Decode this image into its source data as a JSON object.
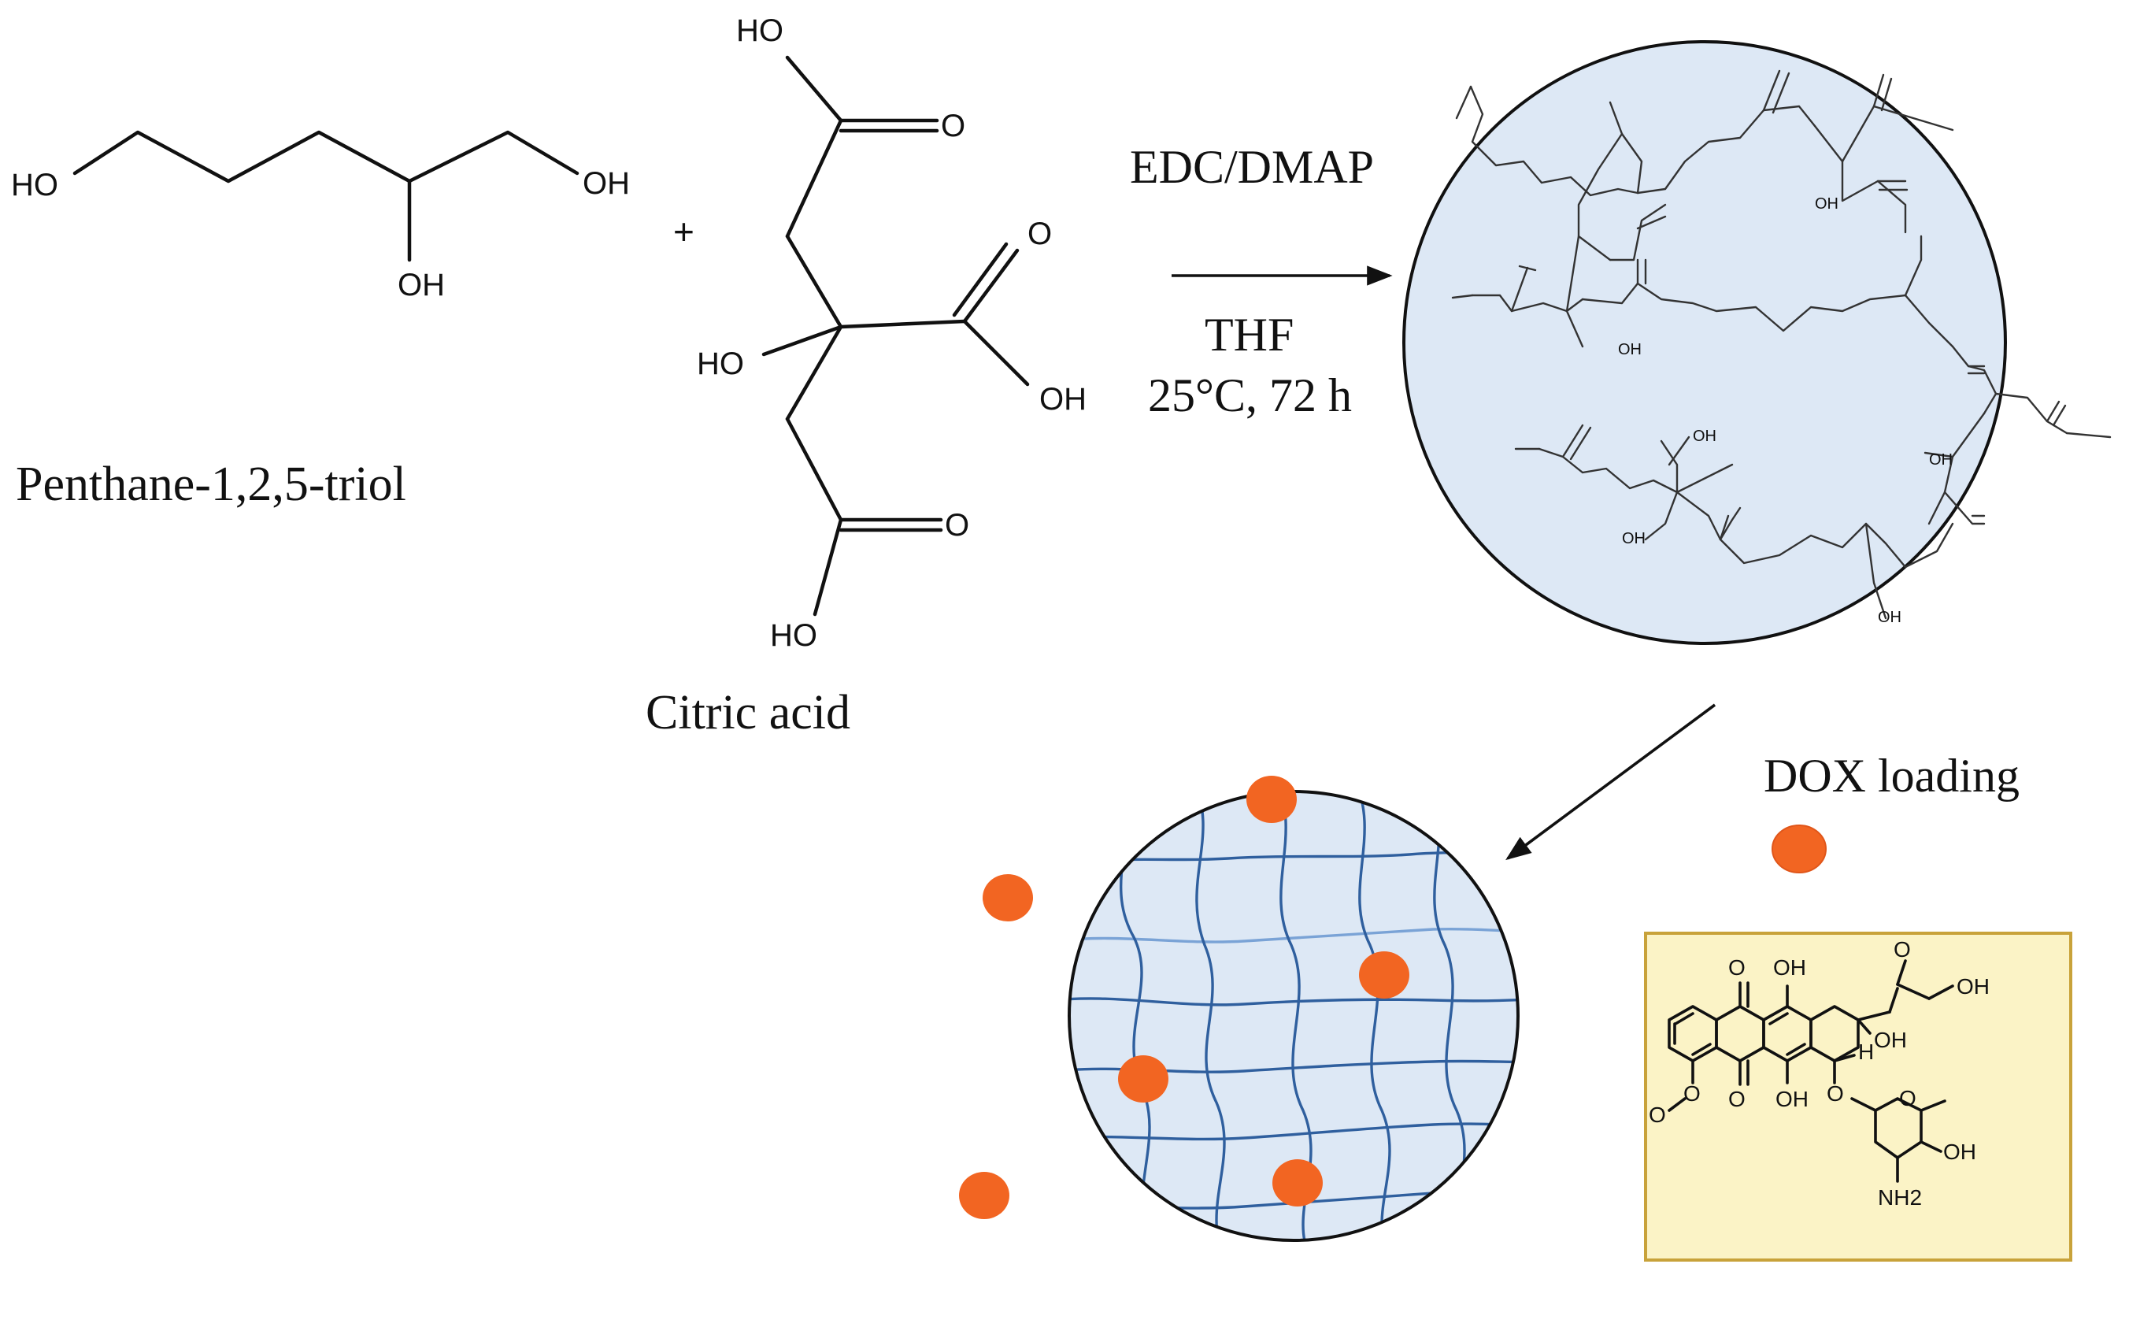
{
  "reactant1": {
    "name": "Penthane-1,2,5-triol",
    "labels": [
      "HO",
      "OH",
      "OH"
    ]
  },
  "plus_sign": "+",
  "reactant2": {
    "name": "Citric acid",
    "labels": [
      "HO",
      "O",
      "O",
      "HO",
      "OH",
      "O",
      "HO"
    ]
  },
  "reaction": {
    "reagent": "EDC/DMAP",
    "solvent": "THF",
    "conditions": "25°C, 72 h"
  },
  "polymer_network": {
    "labels": [
      "OH",
      "OH",
      "OH",
      "OH",
      "OH",
      "OH"
    ]
  },
  "drug": {
    "label": "DOX loading",
    "colors": {
      "particle": "#f26522",
      "particle_edge": "#e0561a",
      "network_fill": "#dde8f5",
      "mesh_line": "#2f5f9e",
      "card_fill": "#fbf3c6",
      "card_border": "#c8a23a"
    },
    "structure_labels": [
      "O",
      "OH",
      "O",
      "OH",
      "OH",
      "O",
      "O",
      "OH",
      "O",
      "O",
      "H",
      "O",
      "OH",
      "NH2"
    ]
  }
}
